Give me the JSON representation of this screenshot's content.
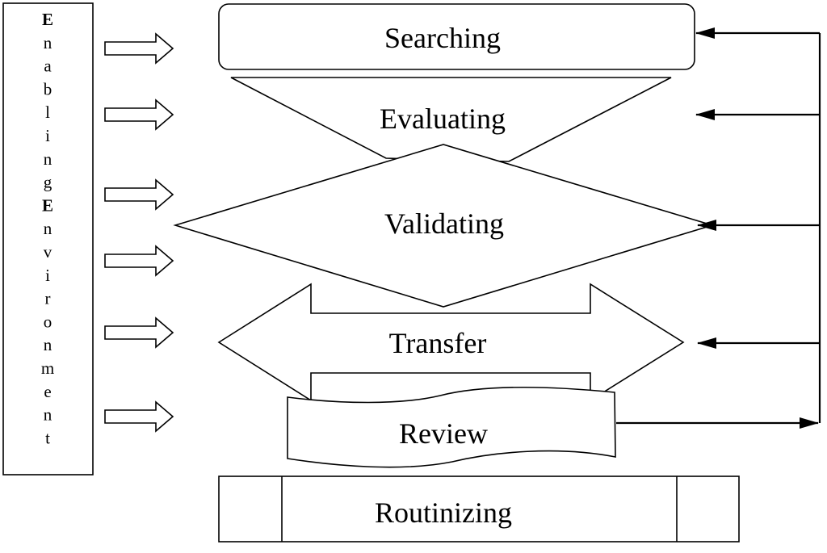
{
  "side_panel": {
    "letters": [
      {
        "ch": "E",
        "bold": true
      },
      {
        "ch": "n",
        "bold": false
      },
      {
        "ch": "a",
        "bold": false
      },
      {
        "ch": "b",
        "bold": false
      },
      {
        "ch": "l",
        "bold": false
      },
      {
        "ch": "i",
        "bold": false
      },
      {
        "ch": "n",
        "bold": false
      },
      {
        "ch": "g",
        "bold": false
      },
      {
        "ch": "E",
        "bold": true
      },
      {
        "ch": "n",
        "bold": false
      },
      {
        "ch": "v",
        "bold": false
      },
      {
        "ch": "i",
        "bold": false
      },
      {
        "ch": "r",
        "bold": false
      },
      {
        "ch": "o",
        "bold": false
      },
      {
        "ch": "n",
        "bold": false
      },
      {
        "ch": "m",
        "bold": false
      },
      {
        "ch": "e",
        "bold": false
      },
      {
        "ch": "n",
        "bold": false
      },
      {
        "ch": "t",
        "bold": false
      }
    ]
  },
  "stages": {
    "searching": "Searching",
    "evaluating": "Evaluating",
    "validating": "Validating",
    "transfer": "Transfer",
    "review": "Review",
    "routinizing": "Routinizing"
  }
}
